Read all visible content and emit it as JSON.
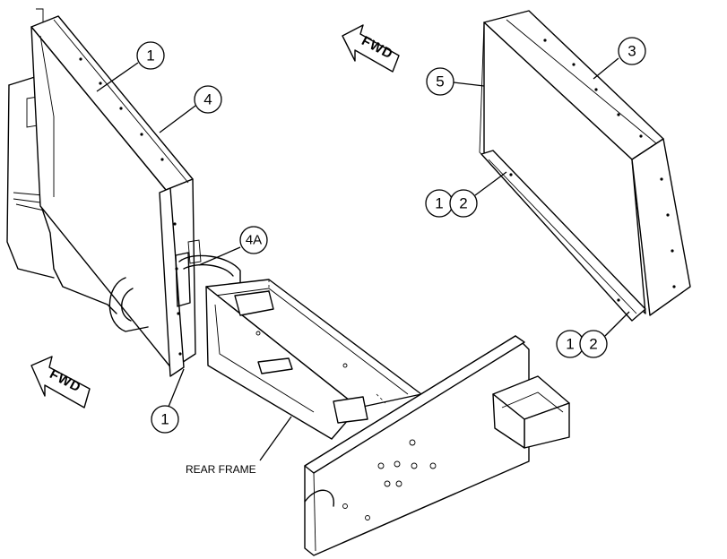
{
  "diagram": {
    "labels": {
      "fwd_top": "FWD",
      "fwd_left": "FWD",
      "rear_frame": "REAR FRAME"
    },
    "callouts": {
      "top_left_1": "1",
      "left_4": "4",
      "mid_4a": "4A",
      "bottom_1": "1",
      "right_5": "5",
      "right_3": "3",
      "pair_upper_a": "1",
      "pair_upper_b": "2",
      "pair_lower_a": "1",
      "pair_lower_b": "2"
    },
    "colors": {
      "line": "#000000",
      "background": "#ffffff"
    }
  }
}
